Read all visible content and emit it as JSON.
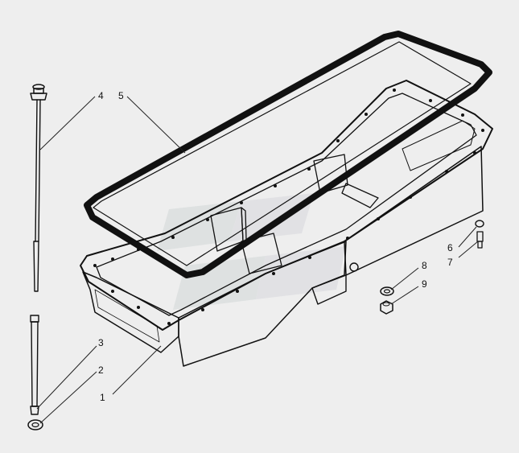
{
  "diagram": {
    "background": "#eeeeee",
    "ink": "#111111",
    "parts": [
      {
        "key": "pan",
        "label": "1"
      },
      {
        "key": "washer",
        "label": "2"
      },
      {
        "key": "tube",
        "label": "3"
      },
      {
        "key": "dipstick",
        "label": "4"
      },
      {
        "key": "gasket",
        "label": "5"
      },
      {
        "key": "nut-washer",
        "label": "6"
      },
      {
        "key": "bolt",
        "label": "7"
      },
      {
        "key": "plug-washer",
        "label": "8"
      },
      {
        "key": "drain-plug",
        "label": "9"
      }
    ]
  }
}
